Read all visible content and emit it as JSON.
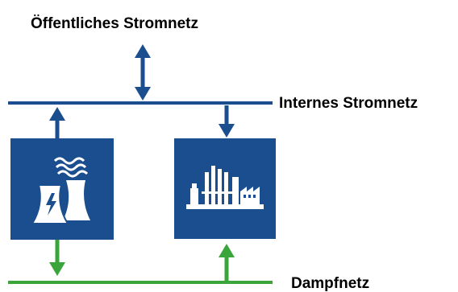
{
  "labels": {
    "public_grid": "Öffentliches Stromnetz",
    "internal_grid": "Internes Stromnetz",
    "steam_grid": "Dampfnetz"
  },
  "colors": {
    "power": "#1a4e8f",
    "steam": "#3aa53a",
    "box": "#1a4e8f",
    "icon": "#ffffff"
  },
  "icons": {
    "power_plant": "cooling-tower-lightning-icon",
    "consumer": "factory-icon"
  }
}
